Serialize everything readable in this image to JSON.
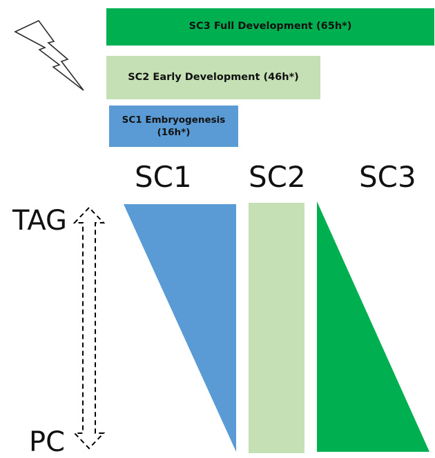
{
  "bars": {
    "sc3": "SC3 Full Development (65h*)",
    "sc2": "SC2 Early Development (46h*)",
    "sc1": "SC1 Embryogenesis (16h*)"
  },
  "stages": {
    "sc1": "SC1",
    "sc2": "SC2",
    "sc3": "SC3"
  },
  "axis": {
    "top": "TAG",
    "bottom": "PC"
  },
  "colors": {
    "sc1": "#5b9bd5",
    "sc2": "#c5e0b4",
    "sc3": "#00b050",
    "arrow": "#000000"
  },
  "icons": {
    "stress": "lightning-bolt-icon",
    "gradient": "double-headed-dashed-arrow"
  }
}
